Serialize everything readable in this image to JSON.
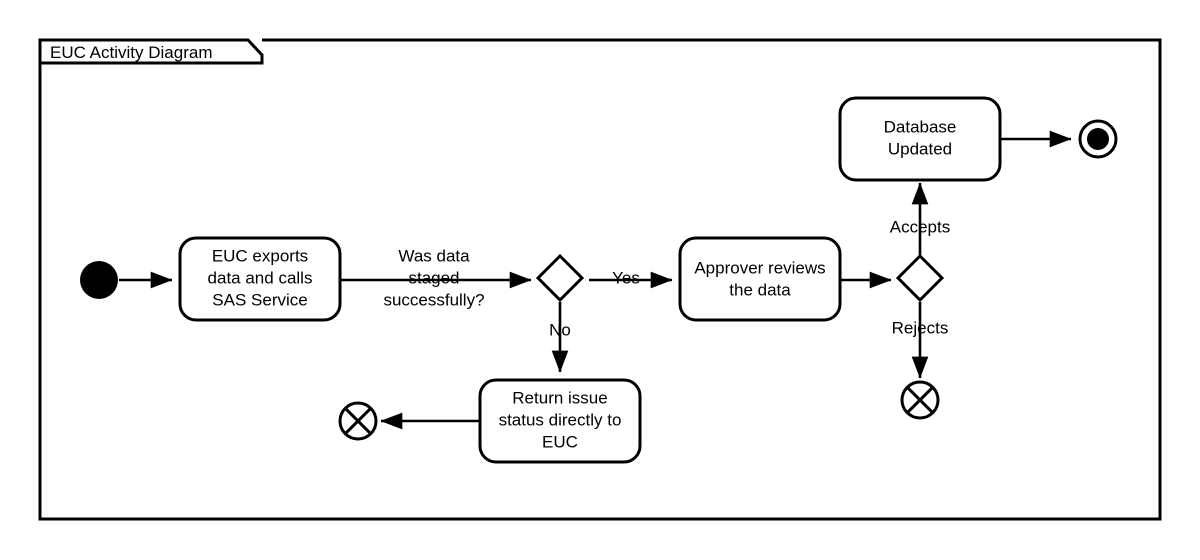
{
  "frame": {
    "title": "EUC Activity Diagram",
    "border_color": "#000000",
    "background": "#ffffff"
  },
  "diagram": {
    "type": "uml-activity-diagram",
    "nodes": [
      {
        "id": "start",
        "kind": "initial-node",
        "label": ""
      },
      {
        "id": "euc-export",
        "kind": "action",
        "label_lines": [
          "EUC exports",
          "data and calls",
          "SAS Service"
        ]
      },
      {
        "id": "staged-decision",
        "kind": "decision",
        "label_lines": [
          "Was data",
          "staged",
          "successfully?"
        ]
      },
      {
        "id": "approver-review",
        "kind": "action",
        "label_lines": [
          "Approver reviews",
          "the data"
        ]
      },
      {
        "id": "approval-decision",
        "kind": "decision",
        "label_lines": []
      },
      {
        "id": "database-updated",
        "kind": "action",
        "label_lines": [
          "Database",
          "Updated"
        ]
      },
      {
        "id": "return-issue",
        "kind": "action",
        "label_lines": [
          "Return issue",
          "status directly to",
          "EUC"
        ]
      },
      {
        "id": "final",
        "kind": "activity-final-node",
        "label": ""
      },
      {
        "id": "flow-final-left",
        "kind": "flow-final-node",
        "label": ""
      },
      {
        "id": "flow-final-right",
        "kind": "flow-final-node",
        "label": ""
      }
    ],
    "edges": [
      {
        "from": "start",
        "to": "euc-export",
        "guard": ""
      },
      {
        "from": "euc-export",
        "to": "staged-decision",
        "guard": ""
      },
      {
        "from": "staged-decision",
        "to": "approver-review",
        "guard": "Yes"
      },
      {
        "from": "staged-decision",
        "to": "return-issue",
        "guard": "No"
      },
      {
        "from": "return-issue",
        "to": "flow-final-left",
        "guard": ""
      },
      {
        "from": "approver-review",
        "to": "approval-decision",
        "guard": ""
      },
      {
        "from": "approval-decision",
        "to": "database-updated",
        "guard": "Accepts"
      },
      {
        "from": "approval-decision",
        "to": "flow-final-right",
        "guard": "Rejects"
      },
      {
        "from": "database-updated",
        "to": "final",
        "guard": ""
      }
    ]
  },
  "labels": {
    "euc_export_l1": "EUC exports",
    "euc_export_l2": "data and calls",
    "euc_export_l3": "SAS Service",
    "staged_q_l1": "Was data",
    "staged_q_l2": "staged",
    "staged_q_l3": "successfully?",
    "guard_yes": "Yes",
    "guard_no": "No",
    "approver_l1": "Approver reviews",
    "approver_l2": "the data",
    "guard_accepts": "Accepts",
    "guard_rejects": "Rejects",
    "database_l1": "Database",
    "database_l2": "Updated",
    "return_l1": "Return issue",
    "return_l2": "status directly to",
    "return_l3": "EUC"
  }
}
